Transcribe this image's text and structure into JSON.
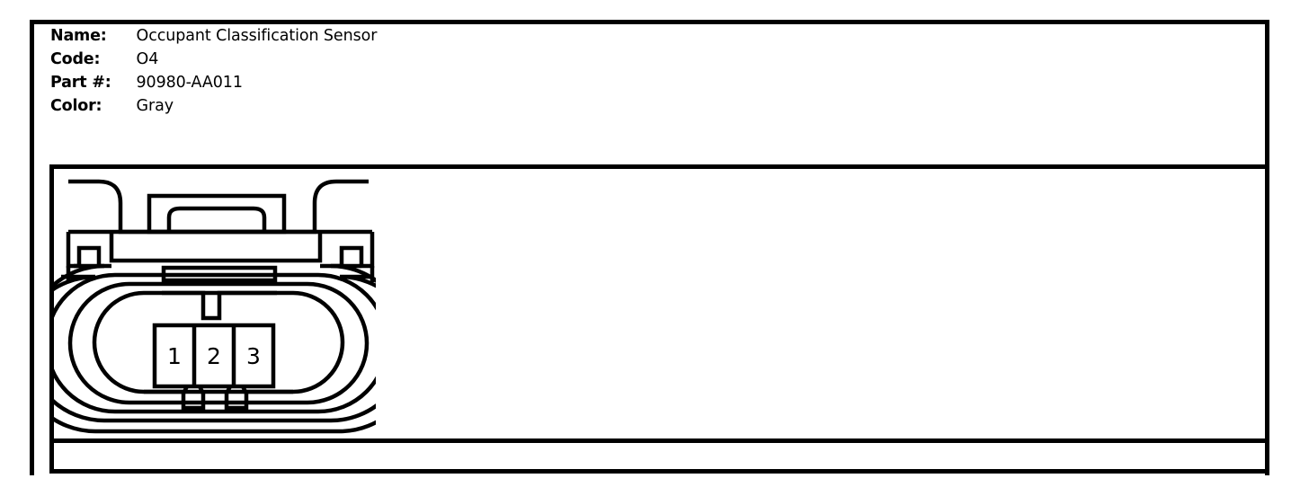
{
  "spec": {
    "rows": [
      {
        "label": "Name:",
        "value": "Occupant Classification Sensor"
      },
      {
        "label": "Code:",
        "value": "O4"
      },
      {
        "label": "Part #:",
        "value": "90980-AA011"
      },
      {
        "label": "Color:",
        "value": "Gray"
      }
    ]
  },
  "diagram": {
    "type": "connector-face-view",
    "description": "3-way sealed electrical connector front view with latch tab",
    "pin_count": 3,
    "pins": [
      {
        "number": "1"
      },
      {
        "number": "2"
      },
      {
        "number": "3"
      }
    ],
    "line_color": "#000000",
    "fill_color": "#ffffff"
  }
}
